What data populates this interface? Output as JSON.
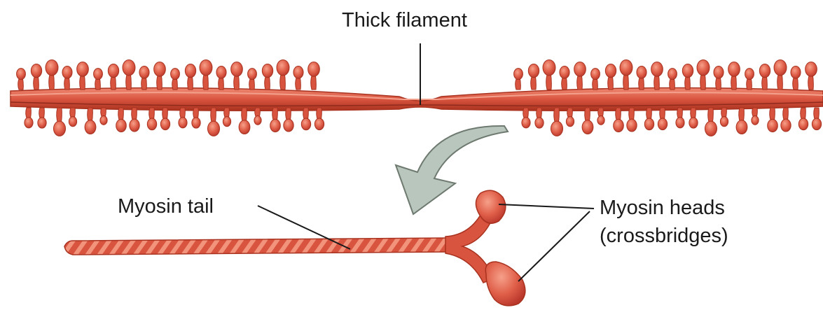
{
  "labels": {
    "thick_filament": "Thick filament",
    "myosin_tail": "Myosin tail",
    "myosin_heads": "Myosin heads",
    "crossbridges": "(crossbridges)"
  },
  "colors": {
    "muscle_red": "#d9543f",
    "muscle_dark": "#b8362a",
    "muscle_light": "#f08a74",
    "arrow_fill": "#b9c6bd",
    "arrow_stroke": "#6e7a70",
    "leader_line": "#1a1a1a"
  }
}
